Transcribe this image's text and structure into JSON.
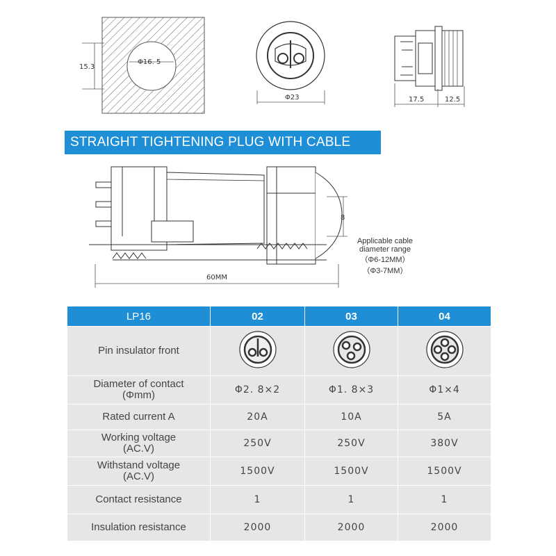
{
  "top_dims": {
    "panel_height": "15.3",
    "panel_hole": "Φ16. 5",
    "front_diameter": "Φ23",
    "side_left": "17.5",
    "side_right": "12.5"
  },
  "banner": "STRAIGHT TIGHTENING PLUG WITH CABLE",
  "plug_dims": {
    "height": "8",
    "length": "60MM"
  },
  "cable_note": {
    "line1": "Applicable cable",
    "line2": "diameter range",
    "line3": "（Φ6-12MM）",
    "line4": "（Φ3-7MM）"
  },
  "table": {
    "header": [
      "LP16",
      "02",
      "03",
      "04"
    ],
    "rows": [
      {
        "label": [
          "Pin insulator front"
        ],
        "values": [
          "",
          "",
          ""
        ]
      },
      {
        "label": [
          "Diameter of contact",
          "(Φmm)"
        ],
        "values": [
          "Φ2. 8×2",
          "Φ1. 8×3",
          "Φ1×4"
        ]
      },
      {
        "label": [
          "Rated current A"
        ],
        "values": [
          "20A",
          "10A",
          "5A"
        ]
      },
      {
        "label": [
          "Working voltage",
          "(AC.V)"
        ],
        "values": [
          "250V",
          "250V",
          "380V"
        ]
      },
      {
        "label": [
          "Withstand voltage",
          "(AC.V)"
        ],
        "values": [
          "1500V",
          "1500V",
          "1500V"
        ]
      },
      {
        "label": [
          "Contact resistance"
        ],
        "values": [
          "1",
          "1",
          "1"
        ]
      },
      {
        "label": [
          "Insulation resistance"
        ],
        "values": [
          "2000",
          "2000",
          "2000"
        ]
      }
    ]
  },
  "colors": {
    "accent": "#1e8fd6",
    "cell": "#e6e6e6"
  }
}
